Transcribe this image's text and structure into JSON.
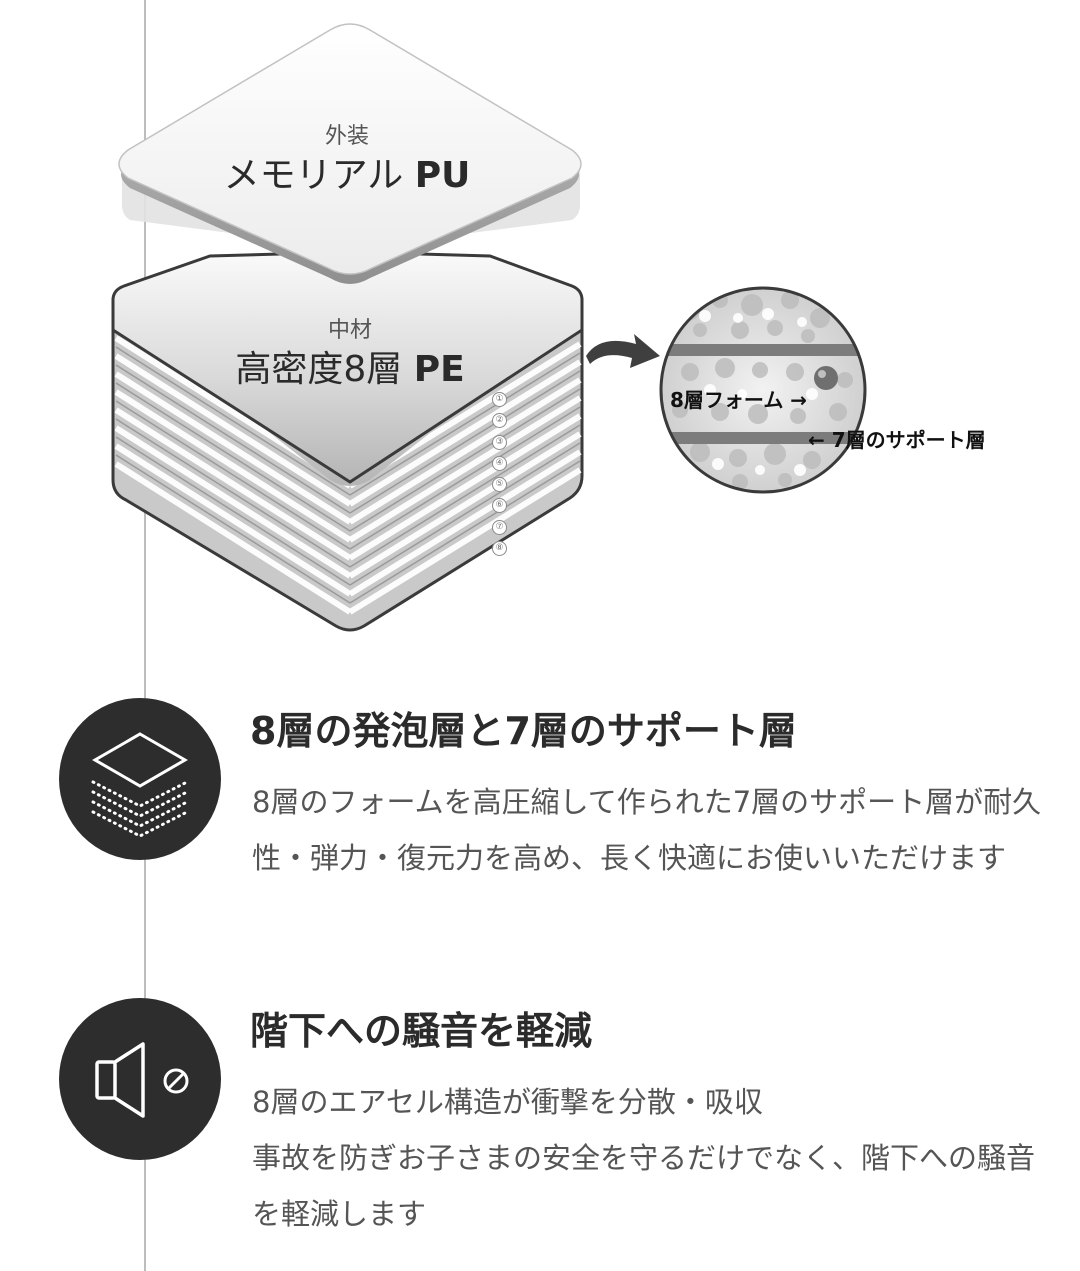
{
  "outer_layer": {
    "caption": "外装",
    "name": "メモリアル",
    "name_bold": "PU"
  },
  "inner_layer": {
    "caption": "中材",
    "name": "高密度8層",
    "name_bold": "PE"
  },
  "layer_numbers": [
    "①",
    "②",
    "③",
    "④",
    "⑤",
    "⑥",
    "⑦",
    "⑧"
  ],
  "zoom": {
    "foam_label": "8層フォーム →",
    "support_label": "← 7層のサポート層"
  },
  "features": [
    {
      "title": "8層の発泡層と7層のサポート層",
      "body": "8層のフォームを高圧縮して作られた7層のサポート層が耐久性・弾力・復元力を高め、長く快適にお使いいただけます",
      "icon": "stacked-layers-icon"
    },
    {
      "title": "階下への騒音を軽減",
      "body_lines": [
        "8層のエアセル構造が衝撃を分散・吸収",
        "事故を防ぎお子さまの安全を守るだけでなく、階下への騒音を軽減します"
      ],
      "icon": "speaker-mute-icon"
    }
  ],
  "colors": {
    "circle_bg": "#2d2d2d",
    "title": "#2b2b2b",
    "body": "#555555",
    "divider": "#bdbdbd"
  }
}
